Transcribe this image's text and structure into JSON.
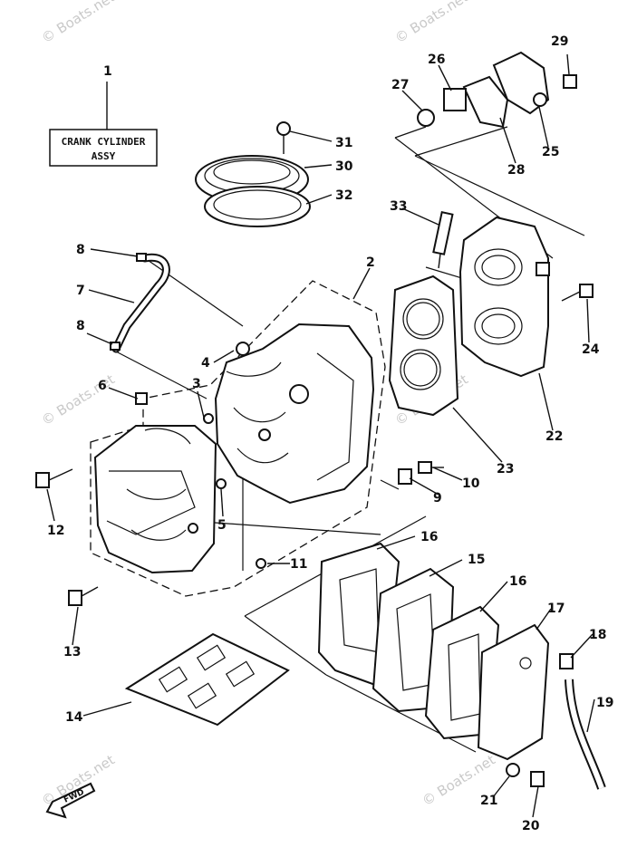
{
  "title_box": {
    "line1": "CRANK CYLINDER",
    "line2": "ASSY"
  },
  "watermark": "© Boats.net",
  "fwd_label": "FWD",
  "callouts": {
    "c1": "1",
    "c2": "2",
    "c3": "3",
    "c4": "4",
    "c5": "5",
    "c6": "6",
    "c7": "7",
    "c8a": "8",
    "c8b": "8",
    "c9": "9",
    "c10": "10",
    "c11": "11",
    "c12": "12",
    "c13": "13",
    "c14": "14",
    "c15": "15",
    "c16a": "16",
    "c16b": "16",
    "c17": "17",
    "c18": "18",
    "c19": "19",
    "c20": "20",
    "c21": "21",
    "c22": "22",
    "c23": "23",
    "c24": "24",
    "c25": "25",
    "c26": "26",
    "c27": "27",
    "c28": "28",
    "c29": "29",
    "c30": "30",
    "c31": "31",
    "c32": "32",
    "c33": "33"
  }
}
